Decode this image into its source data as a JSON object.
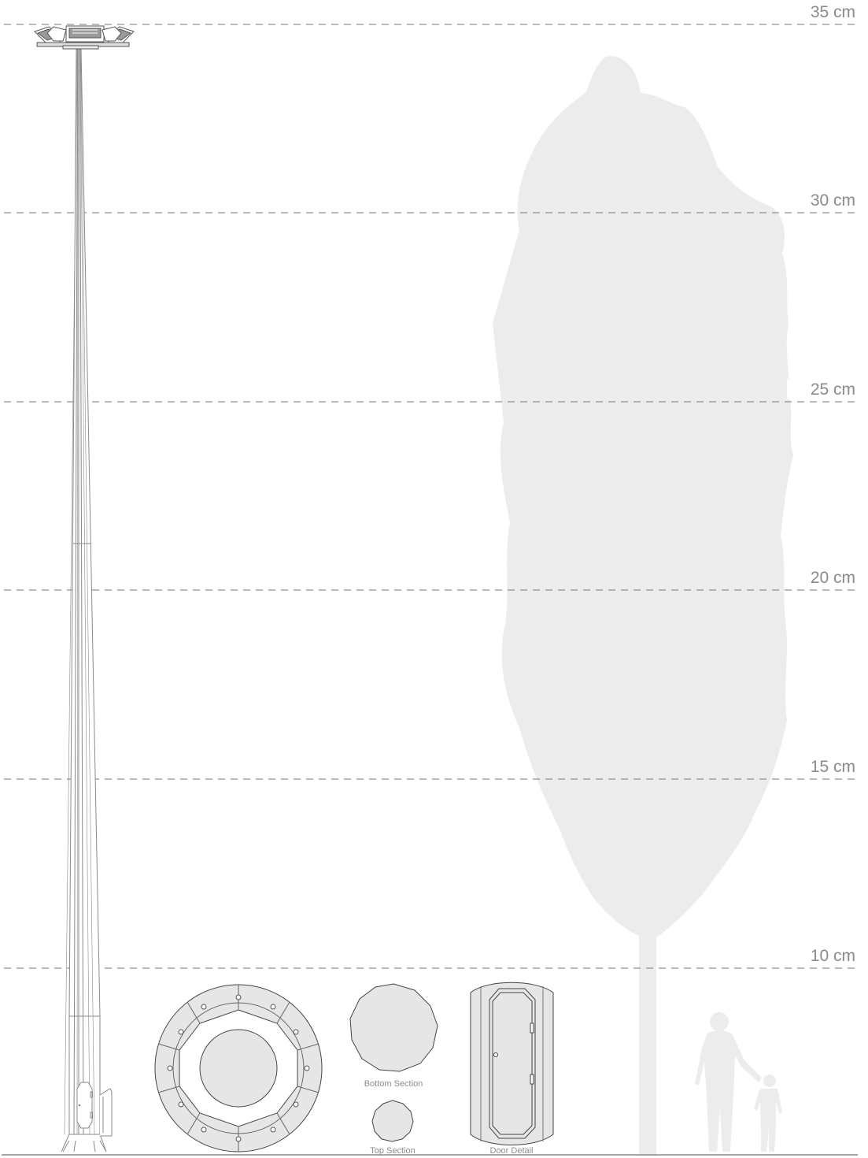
{
  "scale_lines": [
    {
      "label": "35 cm"
    },
    {
      "label": "30 cm"
    },
    {
      "label": "25 cm"
    },
    {
      "label": "20 cm"
    },
    {
      "label": "15 cm"
    },
    {
      "label": "10 cm"
    }
  ],
  "captions": {
    "bottom_section": "Bottom Section",
    "top_section": "Top Section",
    "door_detail": "Door Detail"
  },
  "colors": {
    "line": "#888888",
    "dash": "#8f8f8f",
    "silhouette": "#ececec",
    "fill": "#e6e6e6",
    "text": "#8a8a8a"
  }
}
